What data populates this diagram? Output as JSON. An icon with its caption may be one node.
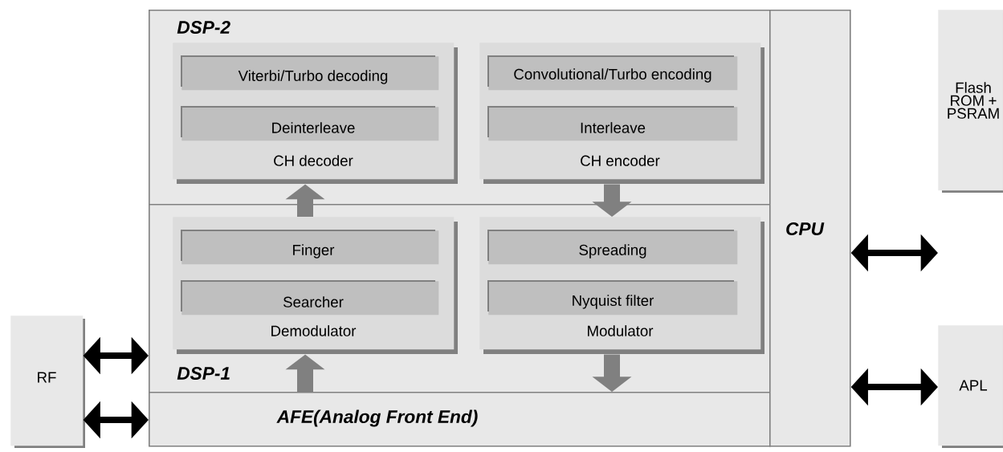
{
  "diagram": {
    "nodes": [
      {
        "text": [
          "DSP-2"
        ]
      },
      {
        "text": [
          "CH decoder"
        ],
        "in": 0
      },
      {
        "text": [
          "Viterbi/Turbo decoding"
        ],
        "in": 1
      },
      {
        "text": [
          "Deinterleave"
        ],
        "in": 1
      },
      {
        "text": [
          "CH encoder"
        ],
        "in": 0
      },
      {
        "text": [
          "Convolutional/Turbo encoding"
        ],
        "in": 4
      },
      {
        "text": [
          "Interleave"
        ],
        "in": 4
      },
      {
        "text": [
          "DSP-1"
        ]
      },
      {
        "text": [
          "Demodulator"
        ],
        "in": 7
      },
      {
        "text": [
          "Finger"
        ],
        "in": 8
      },
      {
        "text": [
          "Searcher"
        ],
        "in": 8
      },
      {
        "text": [
          "Modulator"
        ],
        "in": 7
      },
      {
        "text": [
          "Spreading"
        ],
        "in": 11
      },
      {
        "text": [
          "Nyquist filter"
        ],
        "in": 11
      },
      {
        "text": [
          "AFE(Analog Front End)"
        ]
      },
      {
        "text": [
          "CPU"
        ]
      },
      {
        "text": [
          "Flash ROM + PSRAM"
        ]
      },
      {
        "text": [
          "RF"
        ]
      },
      {
        "text": [
          "APL"
        ]
      }
    ],
    "edges": [
      {
        "from": 8,
        "to": 1,
        "arrow": "to",
        "style": "thick",
        "color": "#808080"
      },
      {
        "from": 4,
        "to": 11,
        "arrow": "to",
        "style": "thick",
        "color": "#808080"
      },
      {
        "from": 14,
        "to": 8,
        "arrow": "to",
        "style": "thick",
        "color": "#808080"
      },
      {
        "from": 11,
        "to": 14,
        "arrow": "to",
        "style": "thick",
        "color": "#808080"
      },
      {
        "from": 17,
        "to": 7,
        "arrow": "both",
        "color": "#000000"
      },
      {
        "from": 17,
        "to": 14,
        "arrow": "both",
        "color": "#000000"
      },
      {
        "from": 15,
        "to": 16,
        "arrow": "both",
        "color": "#000000"
      },
      {
        "from": 15,
        "to": 18,
        "arrow": "both",
        "color": "#000000"
      }
    ]
  }
}
